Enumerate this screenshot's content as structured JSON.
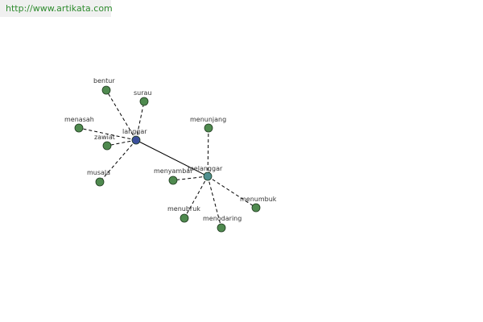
{
  "watermark": "http://www.artikata.com",
  "colors": {
    "leaf_node": "#4f8a4f",
    "hub_primary": "#3b4f9c",
    "hub_secondary": "#4f8f8f",
    "node_stroke": "#1e3a1e",
    "edge": "#000000",
    "watermark_text": "#2e8b2e"
  },
  "nodes": [
    {
      "id": "langgar",
      "label": "langgar",
      "role": "hub_primary"
    },
    {
      "id": "melanggar",
      "label": "melanggar",
      "role": "hub_secondary"
    },
    {
      "id": "bentur",
      "label": "bentur",
      "role": "leaf"
    },
    {
      "id": "surau",
      "label": "surau",
      "role": "leaf"
    },
    {
      "id": "menasah",
      "label": "menasah",
      "role": "leaf"
    },
    {
      "id": "zawiat",
      "label": "zawiat",
      "role": "leaf"
    },
    {
      "id": "musala",
      "label": "musala",
      "role": "leaf"
    },
    {
      "id": "menunjang",
      "label": "menunjang",
      "role": "leaf"
    },
    {
      "id": "menyambar",
      "label": "menyambar",
      "role": "leaf"
    },
    {
      "id": "menubruk",
      "label": "menubruk",
      "role": "leaf"
    },
    {
      "id": "menodaring",
      "label": "menodaring",
      "role": "leaf"
    },
    {
      "id": "menumbuk",
      "label": "menumbuk",
      "role": "leaf"
    }
  ],
  "edges": [
    {
      "from": "langgar",
      "to": "melanggar",
      "style": "solid"
    },
    {
      "from": "langgar",
      "to": "bentur",
      "style": "dashed"
    },
    {
      "from": "langgar",
      "to": "surau",
      "style": "dashed"
    },
    {
      "from": "langgar",
      "to": "menasah",
      "style": "dashed"
    },
    {
      "from": "langgar",
      "to": "zawiat",
      "style": "dashed"
    },
    {
      "from": "langgar",
      "to": "musala",
      "style": "dashed"
    },
    {
      "from": "melanggar",
      "to": "menunjang",
      "style": "dashed"
    },
    {
      "from": "melanggar",
      "to": "menyambar",
      "style": "dashed"
    },
    {
      "from": "melanggar",
      "to": "menubruk",
      "style": "dashed"
    },
    {
      "from": "melanggar",
      "to": "menodaring",
      "style": "dashed"
    },
    {
      "from": "melanggar",
      "to": "menumbuk",
      "style": "dashed"
    }
  ]
}
